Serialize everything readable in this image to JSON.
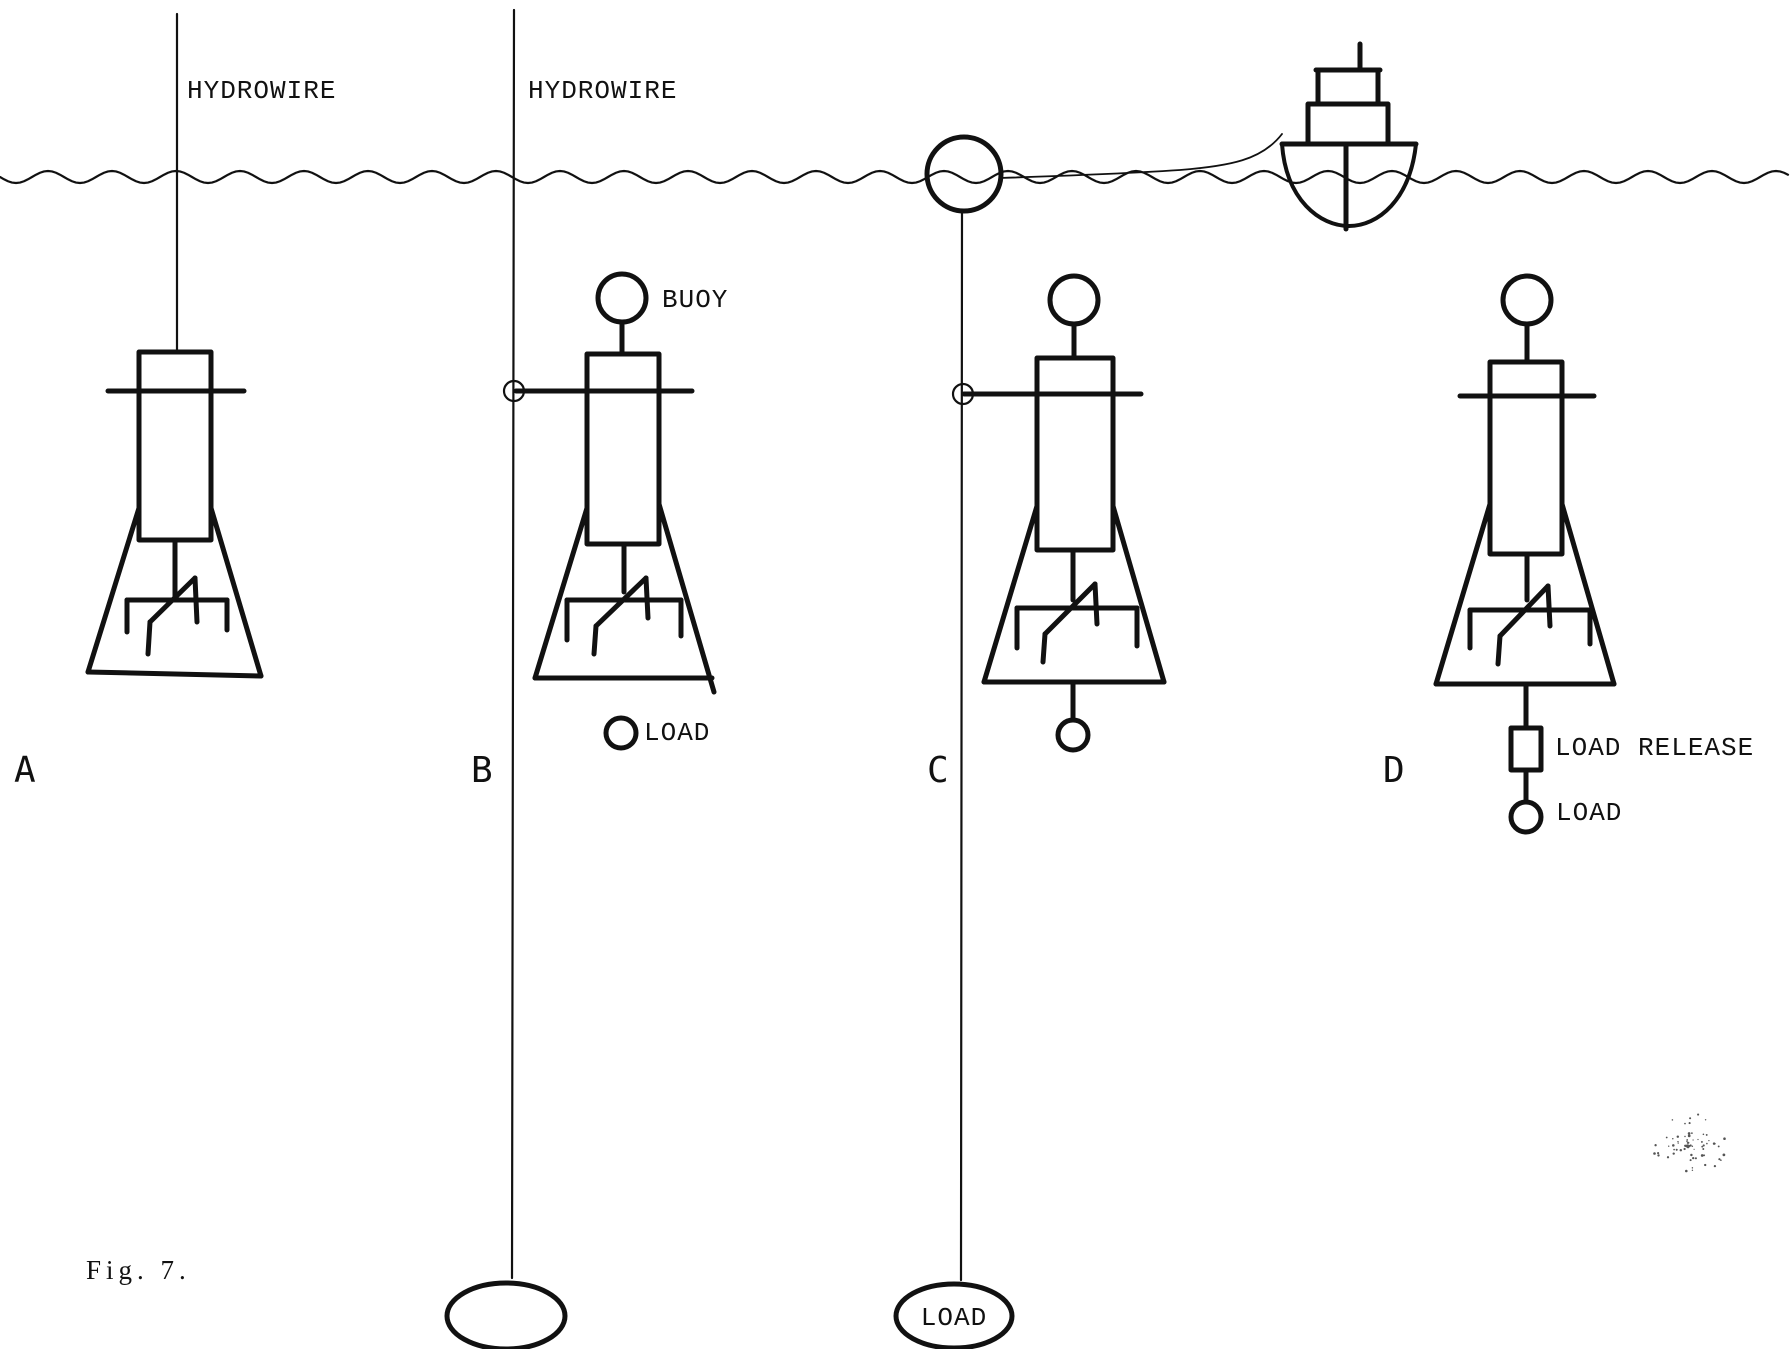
{
  "figure": {
    "label": "Fig. 7."
  },
  "labels": {
    "hydrowire": "HYDROWIRE",
    "buoy": "BUOY",
    "load": "LOAD",
    "load_release": "LOAD RELEASE"
  },
  "panels": [
    {
      "letter": "A"
    },
    {
      "letter": "B"
    },
    {
      "letter": "C"
    },
    {
      "letter": "D"
    }
  ]
}
